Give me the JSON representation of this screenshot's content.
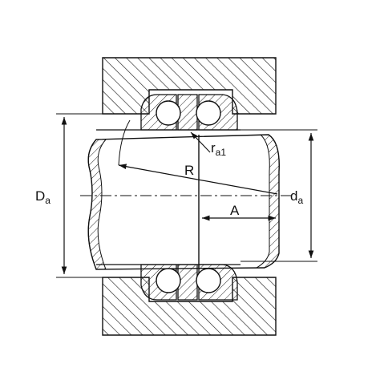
{
  "labels": {
    "outer_diameter_main": "D",
    "outer_diameter_sub": "a",
    "inner_diameter_main": "d",
    "inner_diameter_sub": "a",
    "fillet_radius_main": "r",
    "fillet_radius_sub": "a1",
    "spherical_radius": "R",
    "axial_distance": "A"
  },
  "colors": {
    "line": "#111111",
    "hatch": "#222222",
    "background": "#ffffff"
  }
}
